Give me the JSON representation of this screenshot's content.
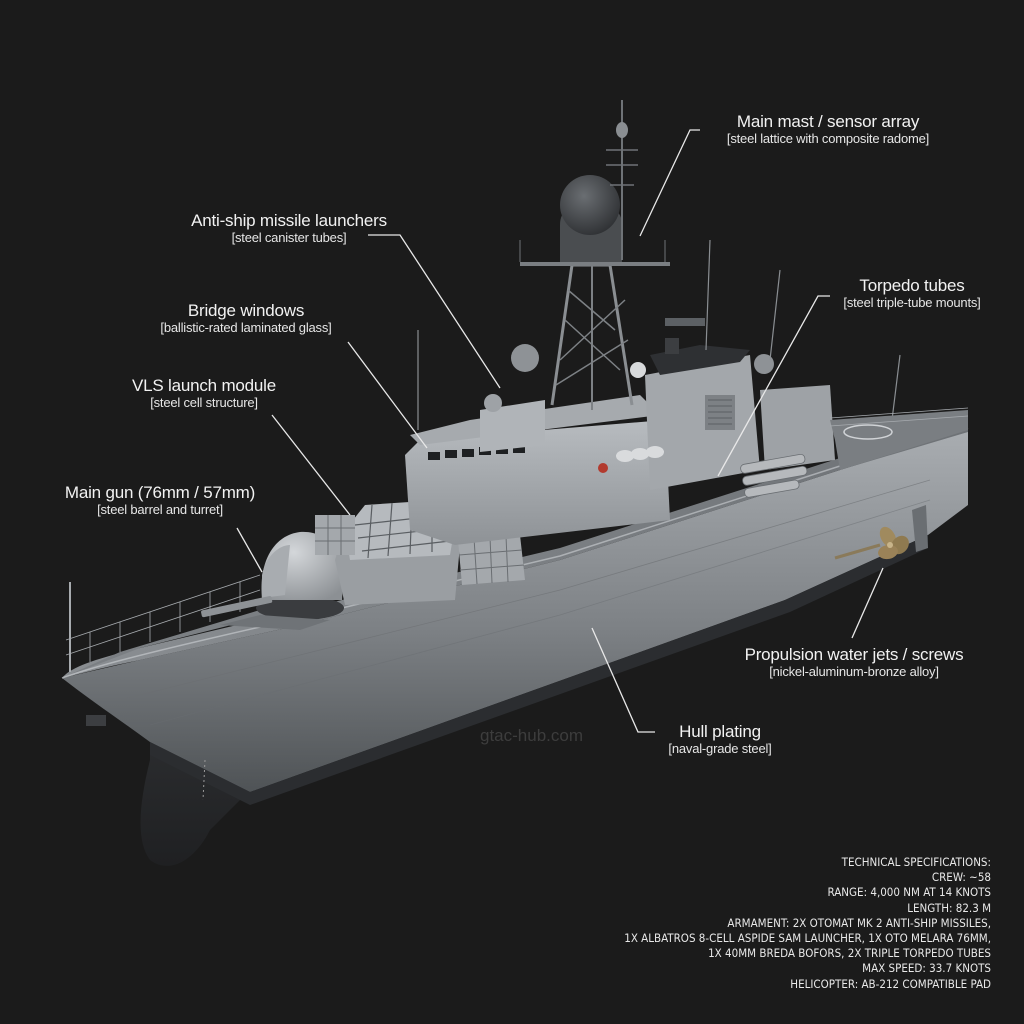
{
  "colors": {
    "background": "#1b1b1b",
    "label_text": "#f2f2f2",
    "leader_line": "#e8e8e8",
    "hull_light": "#9ea3a8",
    "hull_dark": "#2a2c2e",
    "propeller_bronze": "#9a8258",
    "watermark": "#3d3d3d"
  },
  "annotations": [
    {
      "id": "main-mast",
      "title": "Main mast / sensor array",
      "material": "[steel lattice with composite radome]"
    },
    {
      "id": "anti-ship-missiles",
      "title": "Anti-ship missile launchers",
      "material": "[steel canister tubes]"
    },
    {
      "id": "torpedo-tubes",
      "title": "Torpedo tubes",
      "material": "[steel triple-tube mounts]"
    },
    {
      "id": "bridge-windows",
      "title": "Bridge windows",
      "material": "[ballistic-rated laminated glass]"
    },
    {
      "id": "vls-module",
      "title": "VLS launch module",
      "material": "[steel cell structure]"
    },
    {
      "id": "main-gun",
      "title": "Main gun (76mm / 57mm)",
      "material": "[steel barrel and turret]"
    },
    {
      "id": "propulsion",
      "title": "Propulsion water jets / screws",
      "material": "[nickel-aluminum-bronze alloy]"
    },
    {
      "id": "hull-plating",
      "title": "Hull plating",
      "material": "[naval-grade steel]"
    }
  ],
  "watermark": "gtac-hub.com",
  "specs": {
    "heading": "TECHNICAL SPECIFICATIONS:",
    "lines": [
      "CREW: ~58",
      "RANGE: 4,000 NM AT 14 KNOTS",
      "LENGTH: 82.3 M",
      "ARMAMENT: 2x OTOMAT MK 2 ANTI-SHIP MISSILES,",
      "1x ALBATROS 8-CELL ASPIDE SAM LAUNCHER, 1x OTO MELARA 76MM,",
      "1x 40MM BREDA BOFORS, 2x TRIPLE TORPEDO TUBES",
      "MAX SPEED: 33.7 KNOTS",
      "HELICOPTER: AB-212 COMPATIBLE PAD"
    ]
  }
}
